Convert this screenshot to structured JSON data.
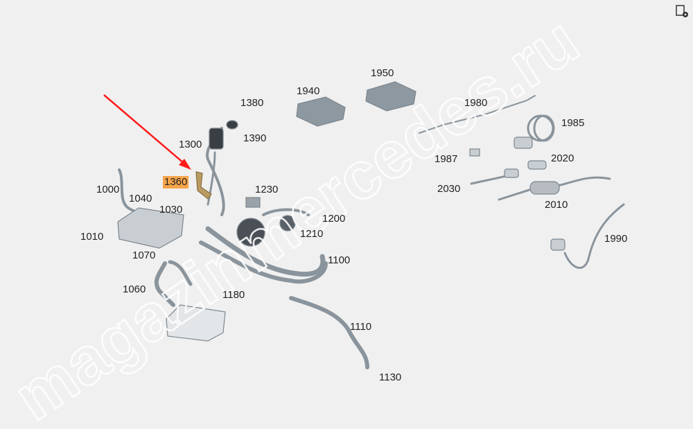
{
  "diagram": {
    "highlighted_part": "1360",
    "highlight_color": "#f7a54a",
    "arrow_color": "#ff1a1a",
    "part_labels": [
      "1380",
      "1390",
      "1300",
      "1360",
      "1000",
      "1040",
      "1030",
      "1010",
      "1070",
      "1060",
      "1180",
      "1230",
      "1200",
      "1210",
      "1100",
      "1110",
      "1130",
      "1940",
      "1950",
      "1980",
      "1985",
      "1987",
      "2020",
      "2030",
      "2010",
      "1990"
    ],
    "watermark": "magazinmercedes.ru"
  },
  "toolbar": {
    "icon": "document-settings-icon"
  }
}
